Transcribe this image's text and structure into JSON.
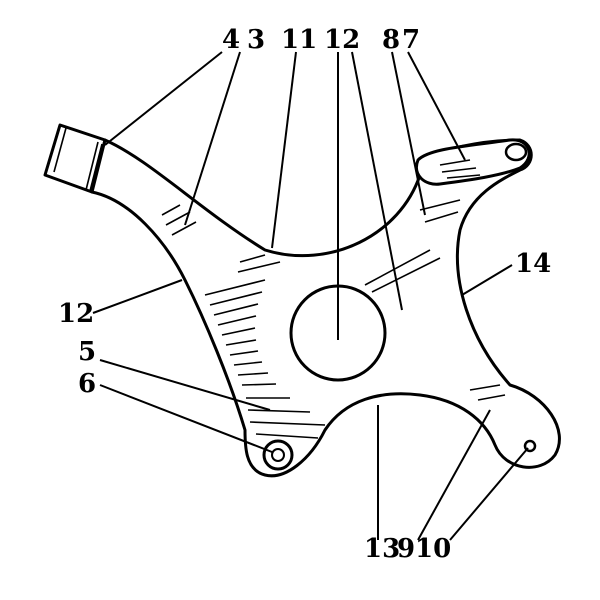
{
  "figure": {
    "ink_color": "#000000",
    "paper_color": "#ffffff",
    "reference_numerals": {
      "top_4": "4",
      "top_3": "3",
      "top_11": "11",
      "top_12": "12",
      "top_8": "8",
      "top_7": "7",
      "right_14": "14",
      "left_12": "12",
      "left_5": "5",
      "left_6": "6",
      "bottom_13": "13",
      "bottom_9": "9",
      "bottom_10": "10"
    }
  }
}
